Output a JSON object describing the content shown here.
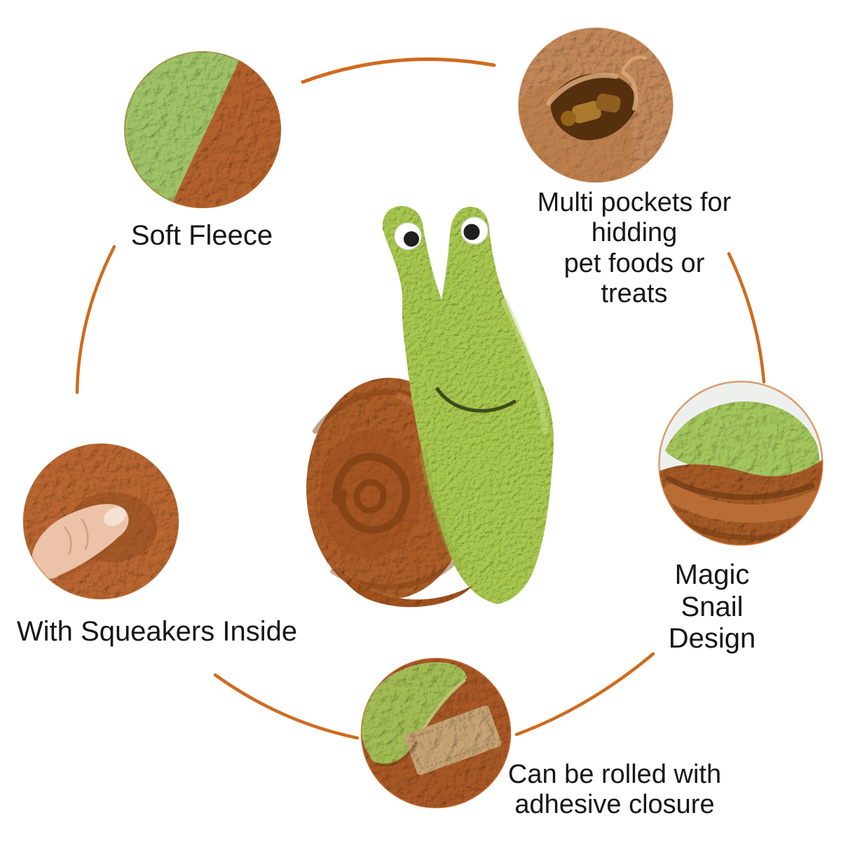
{
  "callouts": [
    {
      "id": "soft-fleece",
      "label": "Soft Fleece"
    },
    {
      "id": "multi-pockets",
      "label": "Multi pockets for hidding\npet foods or treats"
    },
    {
      "id": "magic-snail",
      "label": "Magic Snail Design"
    },
    {
      "id": "squeakers",
      "label": "With Squeakers Inside"
    },
    {
      "id": "adhesive",
      "label": "Can be rolled with\nadhesive closure"
    }
  ],
  "colors": {
    "background": "#ffffff",
    "text": "#161616",
    "connector_arc": "#d06a1f",
    "snail_green": "#a8c94f",
    "snail_green_light": "#c6de85",
    "fleece_brown": "#ad5d28",
    "fleece_brown_dark": "#7e3f14",
    "pocket_brown_light": "#c3885a",
    "treat_brown": "#a97a2e",
    "skin": "#ecc3a8",
    "velcro_tan": "#c7a375",
    "eye_white": "#ffffff",
    "eye_pupil": "#1f1f1f"
  }
}
